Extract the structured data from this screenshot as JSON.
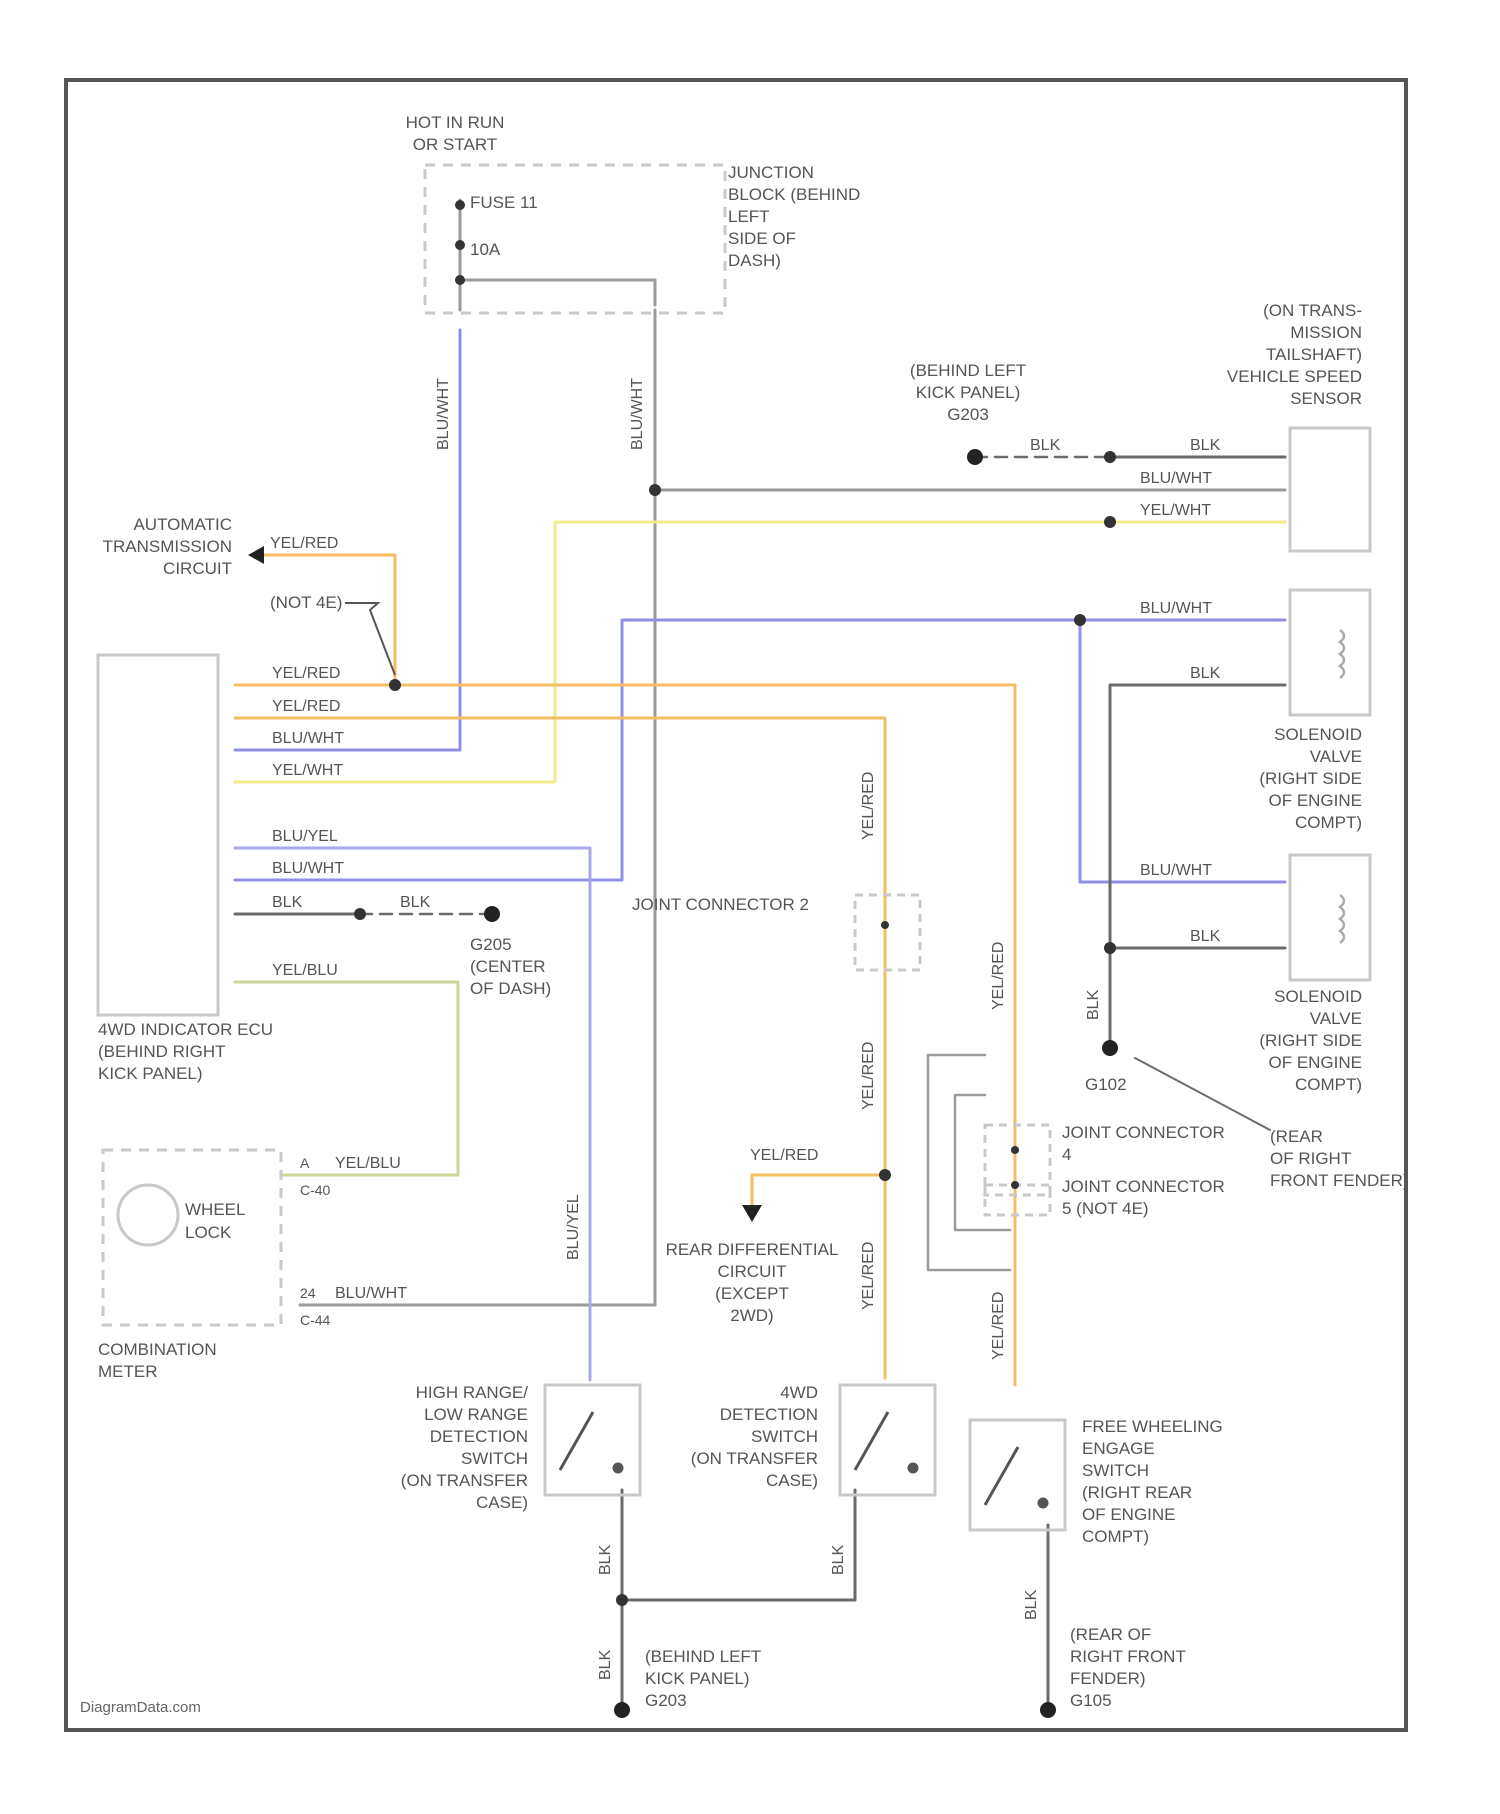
{
  "title": "",
  "watermark": "DiagramData.com",
  "colors": {
    "frame": "#555555",
    "gray_wire": "#9a9a9a",
    "blue_wire": "#8f8fe6",
    "yellow_wire": "#f2ec8c",
    "orange_wire": "#f4bd62",
    "yel_blu_wire": "#c9d79a",
    "dark_wire": "#6b6b6b",
    "component": "#c8c8c8"
  },
  "labels": {
    "hot_in_run_1": "HOT IN RUN",
    "hot_in_run_2": "OR START",
    "fuse": "FUSE 11",
    "fuse_amp": "10A",
    "junction_block": [
      "JUNCTION",
      "BLOCK (BEHIND",
      "LEFT",
      "SIDE OF",
      "DASH)"
    ],
    "speed_sensor": [
      "(ON TRANS-",
      "MISSION",
      "TAILSHAFT)",
      "VEHICLE SPEED",
      "SENSOR"
    ],
    "behind_left_kick_top": [
      "(BEHIND LEFT",
      "KICK PANEL)",
      "G203"
    ],
    "automatic_transmission": [
      "AUTOMATIC",
      "TRANSMISSION",
      "CIRCUIT"
    ],
    "not_4e": "(NOT 4E)",
    "ecu": [
      "4WD INDICATOR ECU",
      "(BEHIND RIGHT",
      "KICK PANEL)"
    ],
    "g205": [
      "G205",
      "(CENTER",
      "OF DASH)"
    ],
    "solenoid_1": [
      "SOLENOID",
      "VALVE",
      "(RIGHT SIDE",
      "OF ENGINE",
      "COMPT)"
    ],
    "solenoid_2": [
      "SOLENOID",
      "VALVE",
      "(RIGHT SIDE",
      "OF ENGINE",
      "COMPT)"
    ],
    "joint_connector_2": "JOINT CONNECTOR 2",
    "joint_connector_4": [
      "JOINT CONNECTOR",
      "4"
    ],
    "joint_connector_5": [
      "JOINT CONNECTOR",
      "5 (NOT 4E)"
    ],
    "g102": "G102",
    "rear_right_fender_mid": [
      "(REAR",
      "OF RIGHT",
      "FRONT FENDER)"
    ],
    "wheel_lock": [
      "WHEEL",
      "LOCK"
    ],
    "combination_meter": [
      "COMBINATION",
      "METER"
    ],
    "rear_diff": [
      "REAR DIFFERENTIAL",
      "CIRCUIT",
      "(EXCEPT",
      "2WD)"
    ],
    "high_low_switch": [
      "HIGH RANGE/",
      "LOW RANGE",
      "DETECTION",
      "SWITCH",
      "(ON TRANSFER",
      "CASE)"
    ],
    "fourwd_switch": [
      "4WD",
      "DETECTION",
      "SWITCH",
      "(ON TRANSFER",
      "CASE)"
    ],
    "free_wheel_switch": [
      "FREE WHEELING",
      "ENGAGE",
      "SWITCH",
      "(RIGHT REAR",
      "OF ENGINE",
      "COMPT)"
    ],
    "behind_left_kick_bottom": [
      "(BEHIND LEFT",
      "KICK PANEL)",
      "G203"
    ],
    "rear_right_fender_bottom": [
      "(REAR OF",
      "RIGHT FRONT",
      "FENDER)",
      "G105"
    ]
  },
  "wires": {
    "blk": "BLK",
    "blu_wht": "BLU/WHT",
    "yel_wht": "YEL/WHT",
    "yel_red": "YEL/RED",
    "blu_yel": "BLU/YEL",
    "yel_blu": "YEL/BLU"
  },
  "connectors": {
    "c40_a": "A",
    "c40": "C-40",
    "c44_a": "24",
    "c44": "C-44"
  }
}
